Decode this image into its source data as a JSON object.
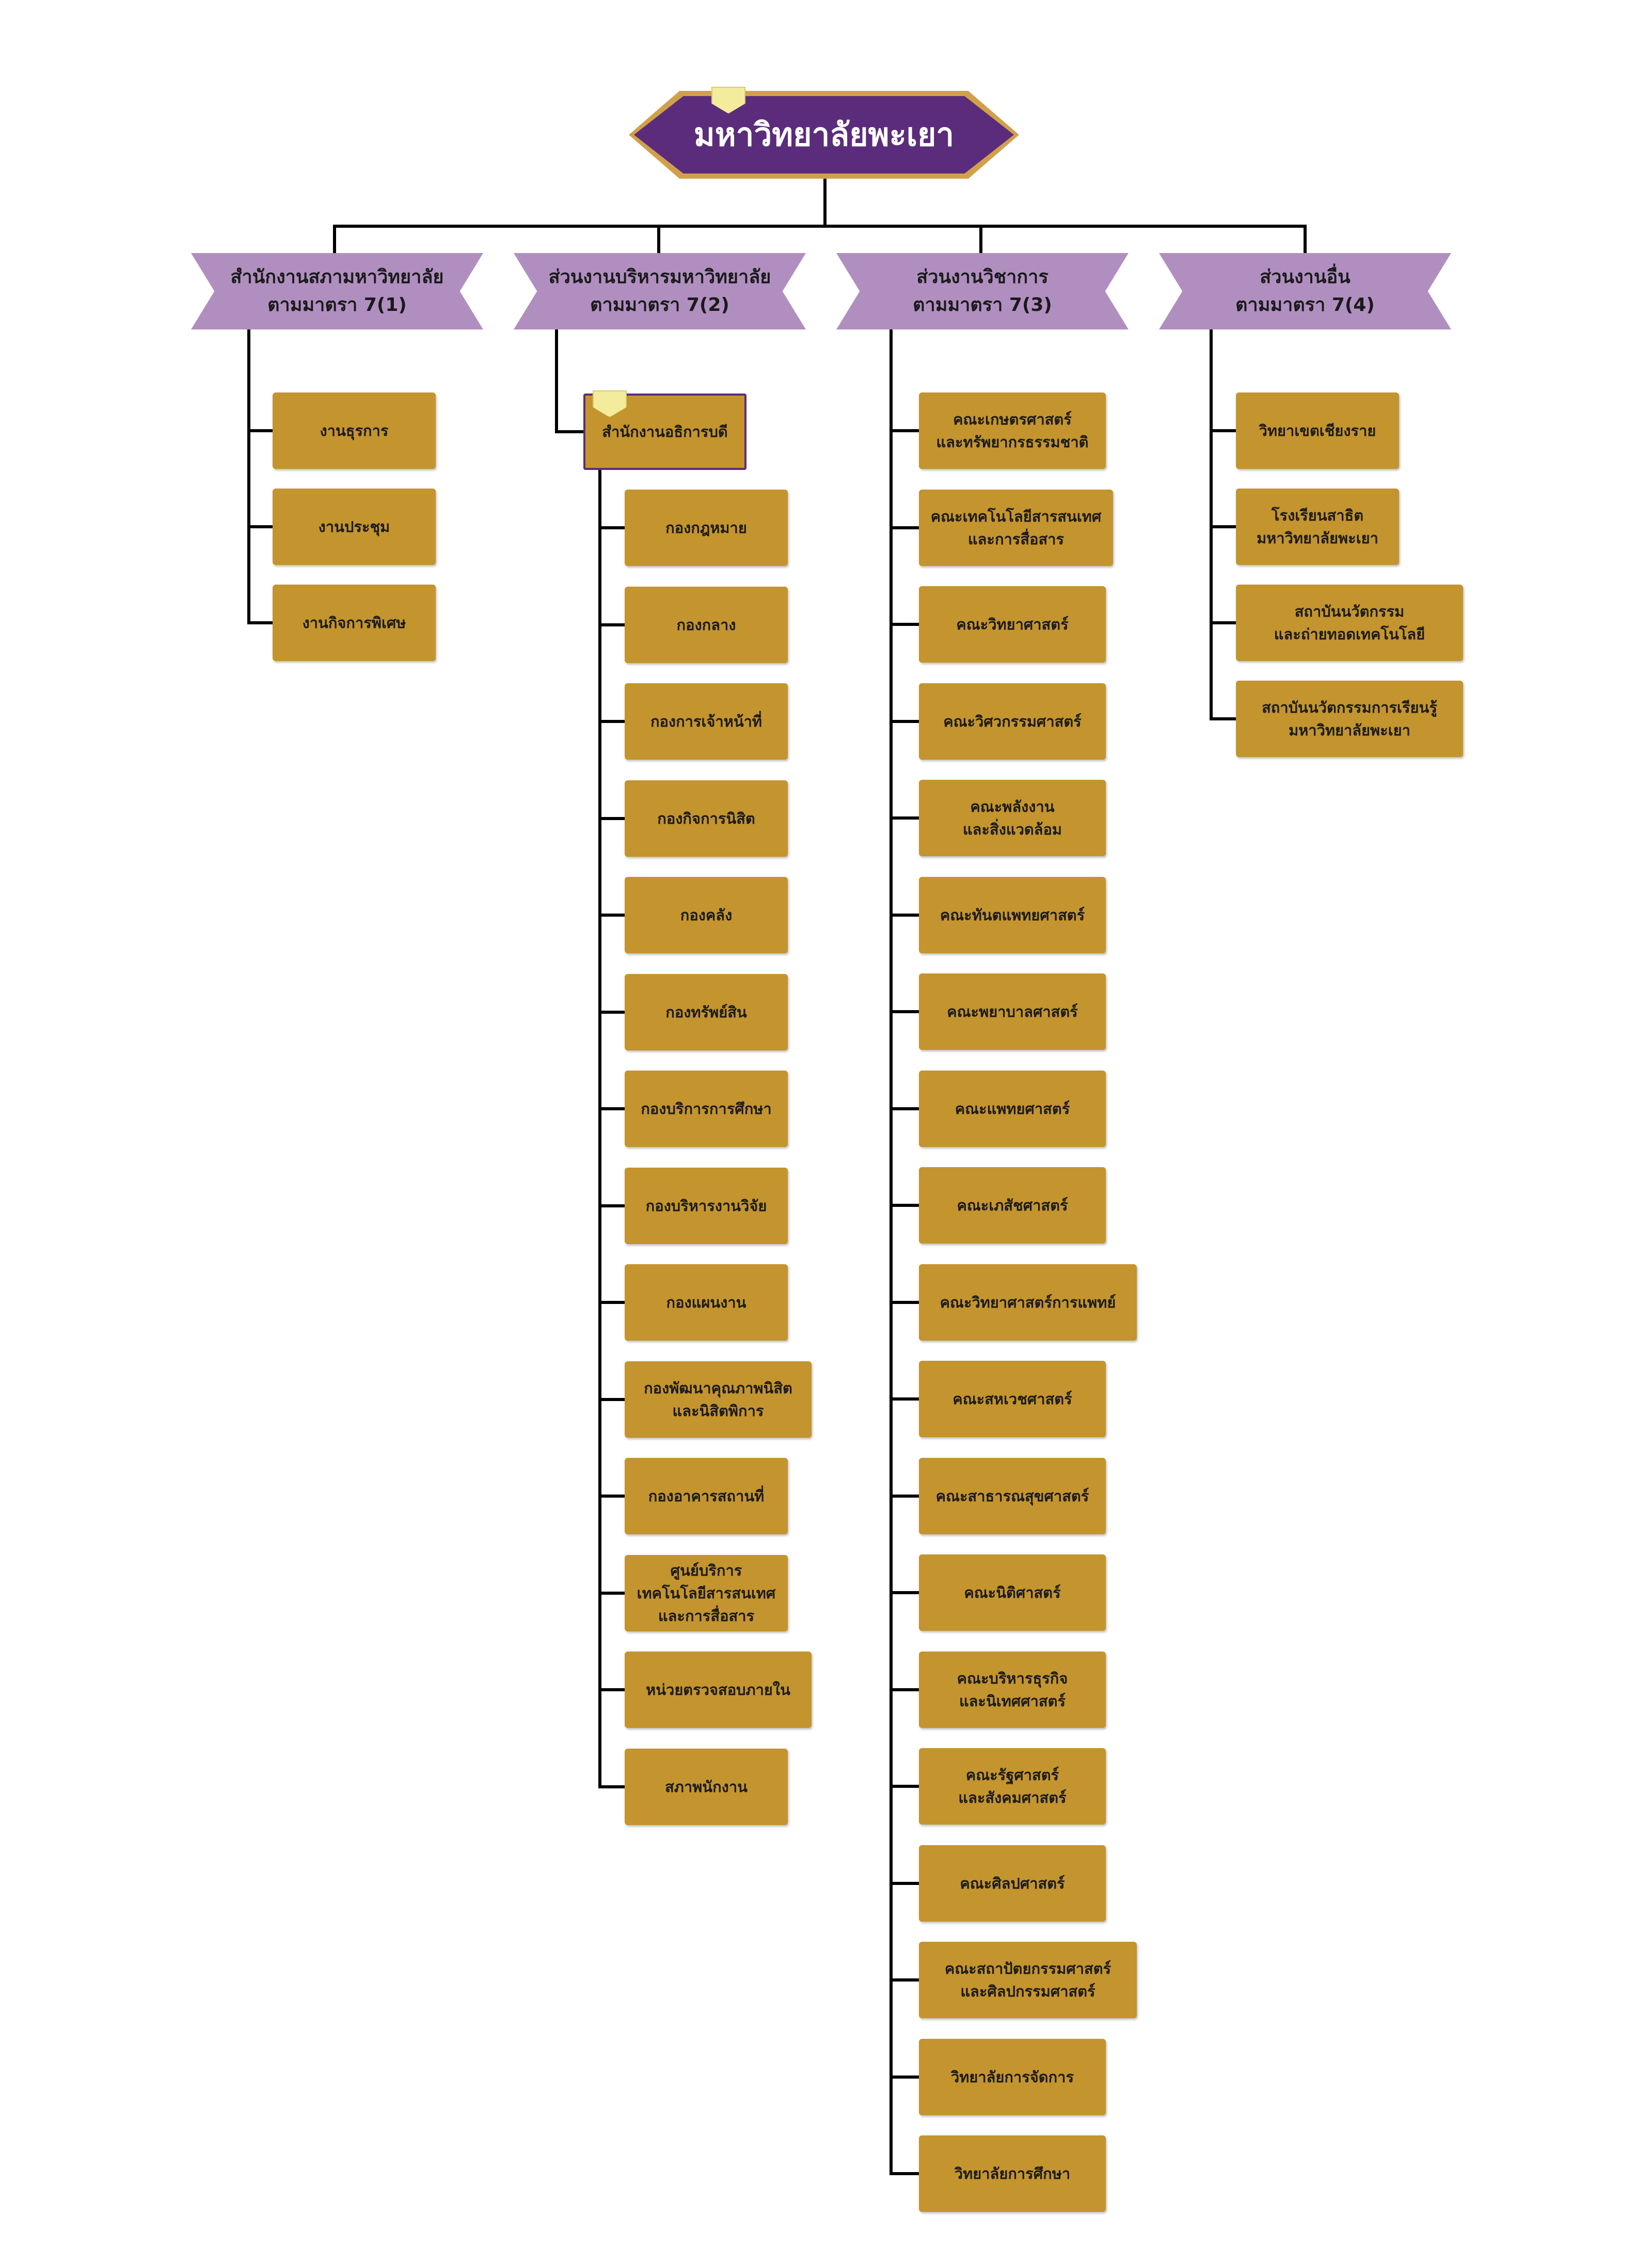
{
  "root": {
    "title": "มหาวิทยาลัยพะเยา"
  },
  "columns": [
    {
      "header": "สำนักงานสภามหาวิทยาลัย\nตามมาตรา 7(1)",
      "items": [
        "งานธุรการ",
        "งานประชุม",
        "งานกิจการพิเศษ"
      ]
    },
    {
      "header": "ส่วนงานบริหารมหาวิทยาลัย\nตามมาตรา 7(2)",
      "office": "สำนักงานอธิการบดี",
      "items": [
        "กองกฎหมาย",
        "กองกลาง",
        "กองการเจ้าหน้าที่",
        "กองกิจการนิสิต",
        "กองคลัง",
        "กองทรัพย์สิน",
        "กองบริการการศึกษา",
        "กองบริหารงานวิจัย",
        "กองแผนงาน",
        "กองพัฒนาคุณภาพนิสิต\nและนิสิตพิการ",
        "กองอาคารสถานที่",
        "ศูนย์บริการ\nเทคโนโลยีสารสนเทศ\nและการสื่อสาร",
        "หน่วยตรวจสอบภายใน",
        "สภาพนักงาน"
      ]
    },
    {
      "header": "ส่วนงานวิชาการ\nตามมาตรา 7(3)",
      "items": [
        "คณะเกษตรศาสตร์\nและทรัพยากรธรรมชาติ",
        "คณะเทคโนโลยีสารสนเทศ\nและการสื่อสาร",
        "คณะวิทยาศาสตร์",
        "คณะวิศวกรรมศาสตร์",
        "คณะพลังงาน\nและสิ่งแวดล้อม",
        "คณะทันตแพทยศาสตร์",
        "คณะพยาบาลศาสตร์",
        "คณะแพทยศาสตร์",
        "คณะเภสัชศาสตร์",
        "คณะวิทยาศาสตร์การแพทย์",
        "คณะสหเวชศาสตร์",
        "คณะสาธารณสุขศาสตร์",
        "คณะนิติศาสตร์",
        "คณะบริหารธุรกิจ\nและนิเทศศาสตร์",
        "คณะรัฐศาสตร์\nและสังคมศาสตร์",
        "คณะศิลปศาสตร์",
        "คณะสถาปัตยกรรมศาสตร์\nและศิลปกรรมศาสตร์",
        "วิทยาลัยการจัดการ",
        "วิทยาลัยการศึกษา"
      ]
    },
    {
      "header": "ส่วนงานอื่น\nตามมาตรา 7(4)",
      "items": [
        "วิทยาเขตเชียงราย",
        "โรงเรียนสาธิต\nมหาวิทยาลัยพะเยา",
        "สถาบันนวัตกรรม\nและถ่ายทอดเทคโนโลยี",
        "สถาบันนวัตกรรมการเรียนรู้\nมหาวิทยาลัยพะเยา"
      ]
    }
  ],
  "colors": {
    "purple": "#5b2c7b",
    "ribbon": "#b08fc0",
    "box": "#c4942e",
    "tag": "#f3ec9c"
  }
}
